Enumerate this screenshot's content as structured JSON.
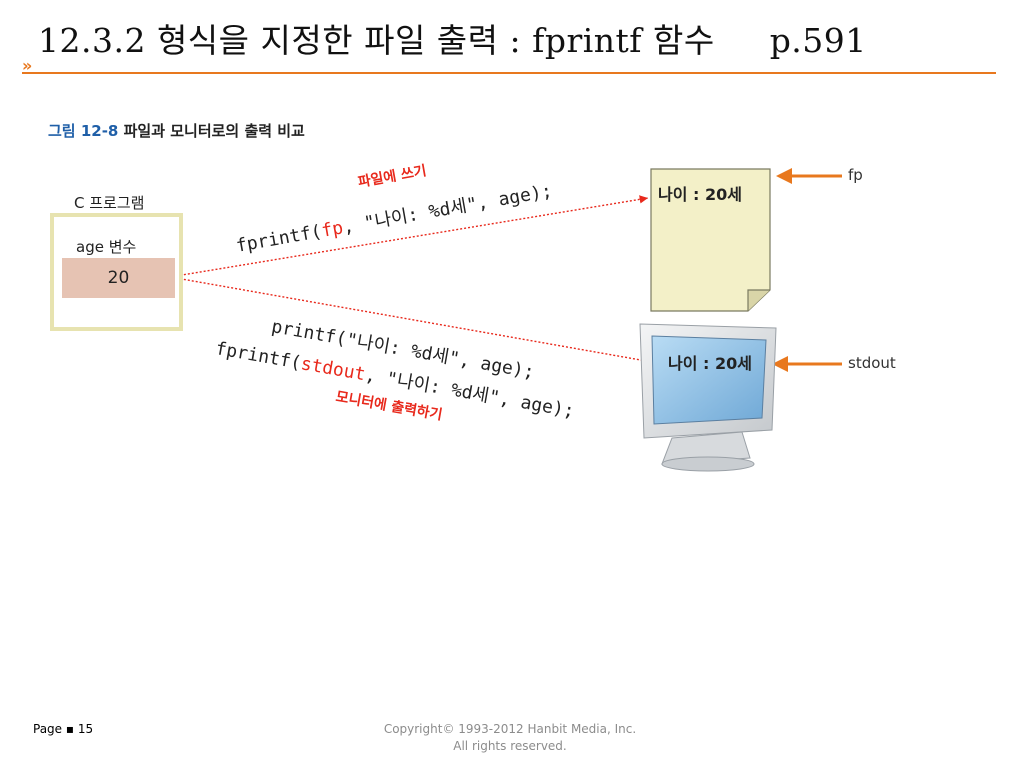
{
  "slide": {
    "title": "12.3.2 형식을 지정한 파일 출력 : fprintf 함수",
    "page_ref": "p.591",
    "chevron": "»"
  },
  "figure": {
    "caption_label": "그림 12-8",
    "caption_text": "파일과 모니터로의 출력 비교",
    "program_label": "C 프로그램",
    "variable_label": "age 변수",
    "variable_value": "20",
    "file_content": "나이 : 20세",
    "monitor_content": "나이 : 20세",
    "fp_label": "fp",
    "stdout_label": "stdout",
    "write_file_note": "파일에 쓰기",
    "print_monitor_note": "모니터에 출력하기",
    "code_fprintf_fp": {
      "prefix": "fprintf(",
      "arg": "fp",
      "suffix": ", \"나이: %d세\", age);"
    },
    "code_printf": "printf(\"나이: %d세\", age);",
    "code_fprintf_stdout": {
      "prefix": "fprintf(",
      "arg": "stdout",
      "suffix": ", \"나이: %d세\", age);"
    }
  },
  "footer": {
    "page_label": "Page ▪ 15",
    "copyright_line1": "Copyright© 1993-2012 Hanbit Media, Inc.",
    "copyright_line2": "All rights reserved."
  },
  "colors": {
    "accent": "#e8781e",
    "highlight_red": "#e8291c",
    "variable_fill": "#e6c3b3",
    "program_border": "#e7e3b0",
    "document_fill": "#f3f0c8"
  }
}
